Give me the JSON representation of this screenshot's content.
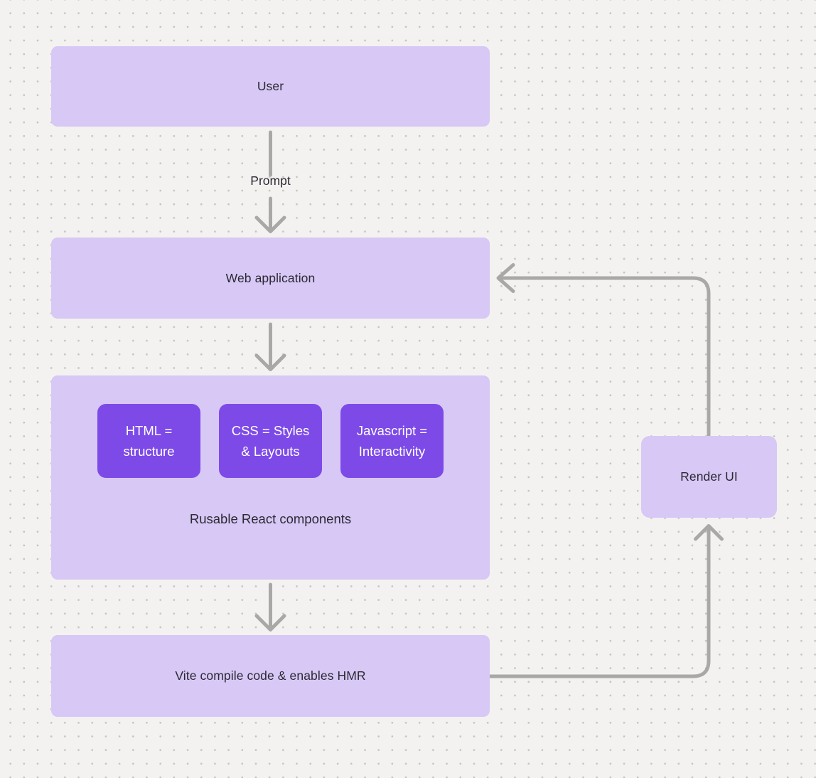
{
  "colors": {
    "background": "#f3f2f0",
    "dot": "#c6c4c2",
    "node_fill": "#d7c8f5",
    "inner_node_fill": "#7d4ae8",
    "arrow": "#a9a8a6",
    "text_dark": "#2c2933",
    "text_light": "#ffffff"
  },
  "nodes": {
    "user": {
      "label": "User"
    },
    "web_application": {
      "label": "Web application"
    },
    "components_group": {
      "caption": "Rusable React components",
      "items": [
        {
          "lines": [
            "HTML =",
            "structure"
          ]
        },
        {
          "lines": [
            "CSS = Styles",
            "& Layouts"
          ]
        },
        {
          "lines": [
            "Javascript =",
            "Interactivity"
          ]
        }
      ]
    },
    "vite": {
      "label": "Vite compile code & enables HMR"
    },
    "render_ui": {
      "label": "Render UI"
    }
  },
  "edges": {
    "prompt_label": "Prompt"
  }
}
